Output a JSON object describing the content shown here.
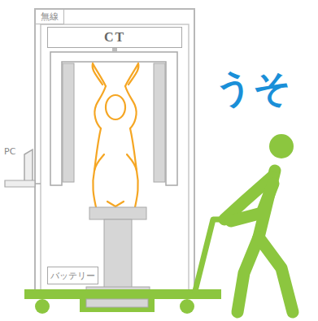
{
  "diagram": {
    "nodes": [
      {
        "text": [
          "無線"
        ]
      },
      {
        "text": [
          "CT"
        ]
      },
      {
        "text": [
          "バッテリー"
        ]
      }
    ],
    "labels": [
      "うそ",
      "PC"
    ]
  }
}
